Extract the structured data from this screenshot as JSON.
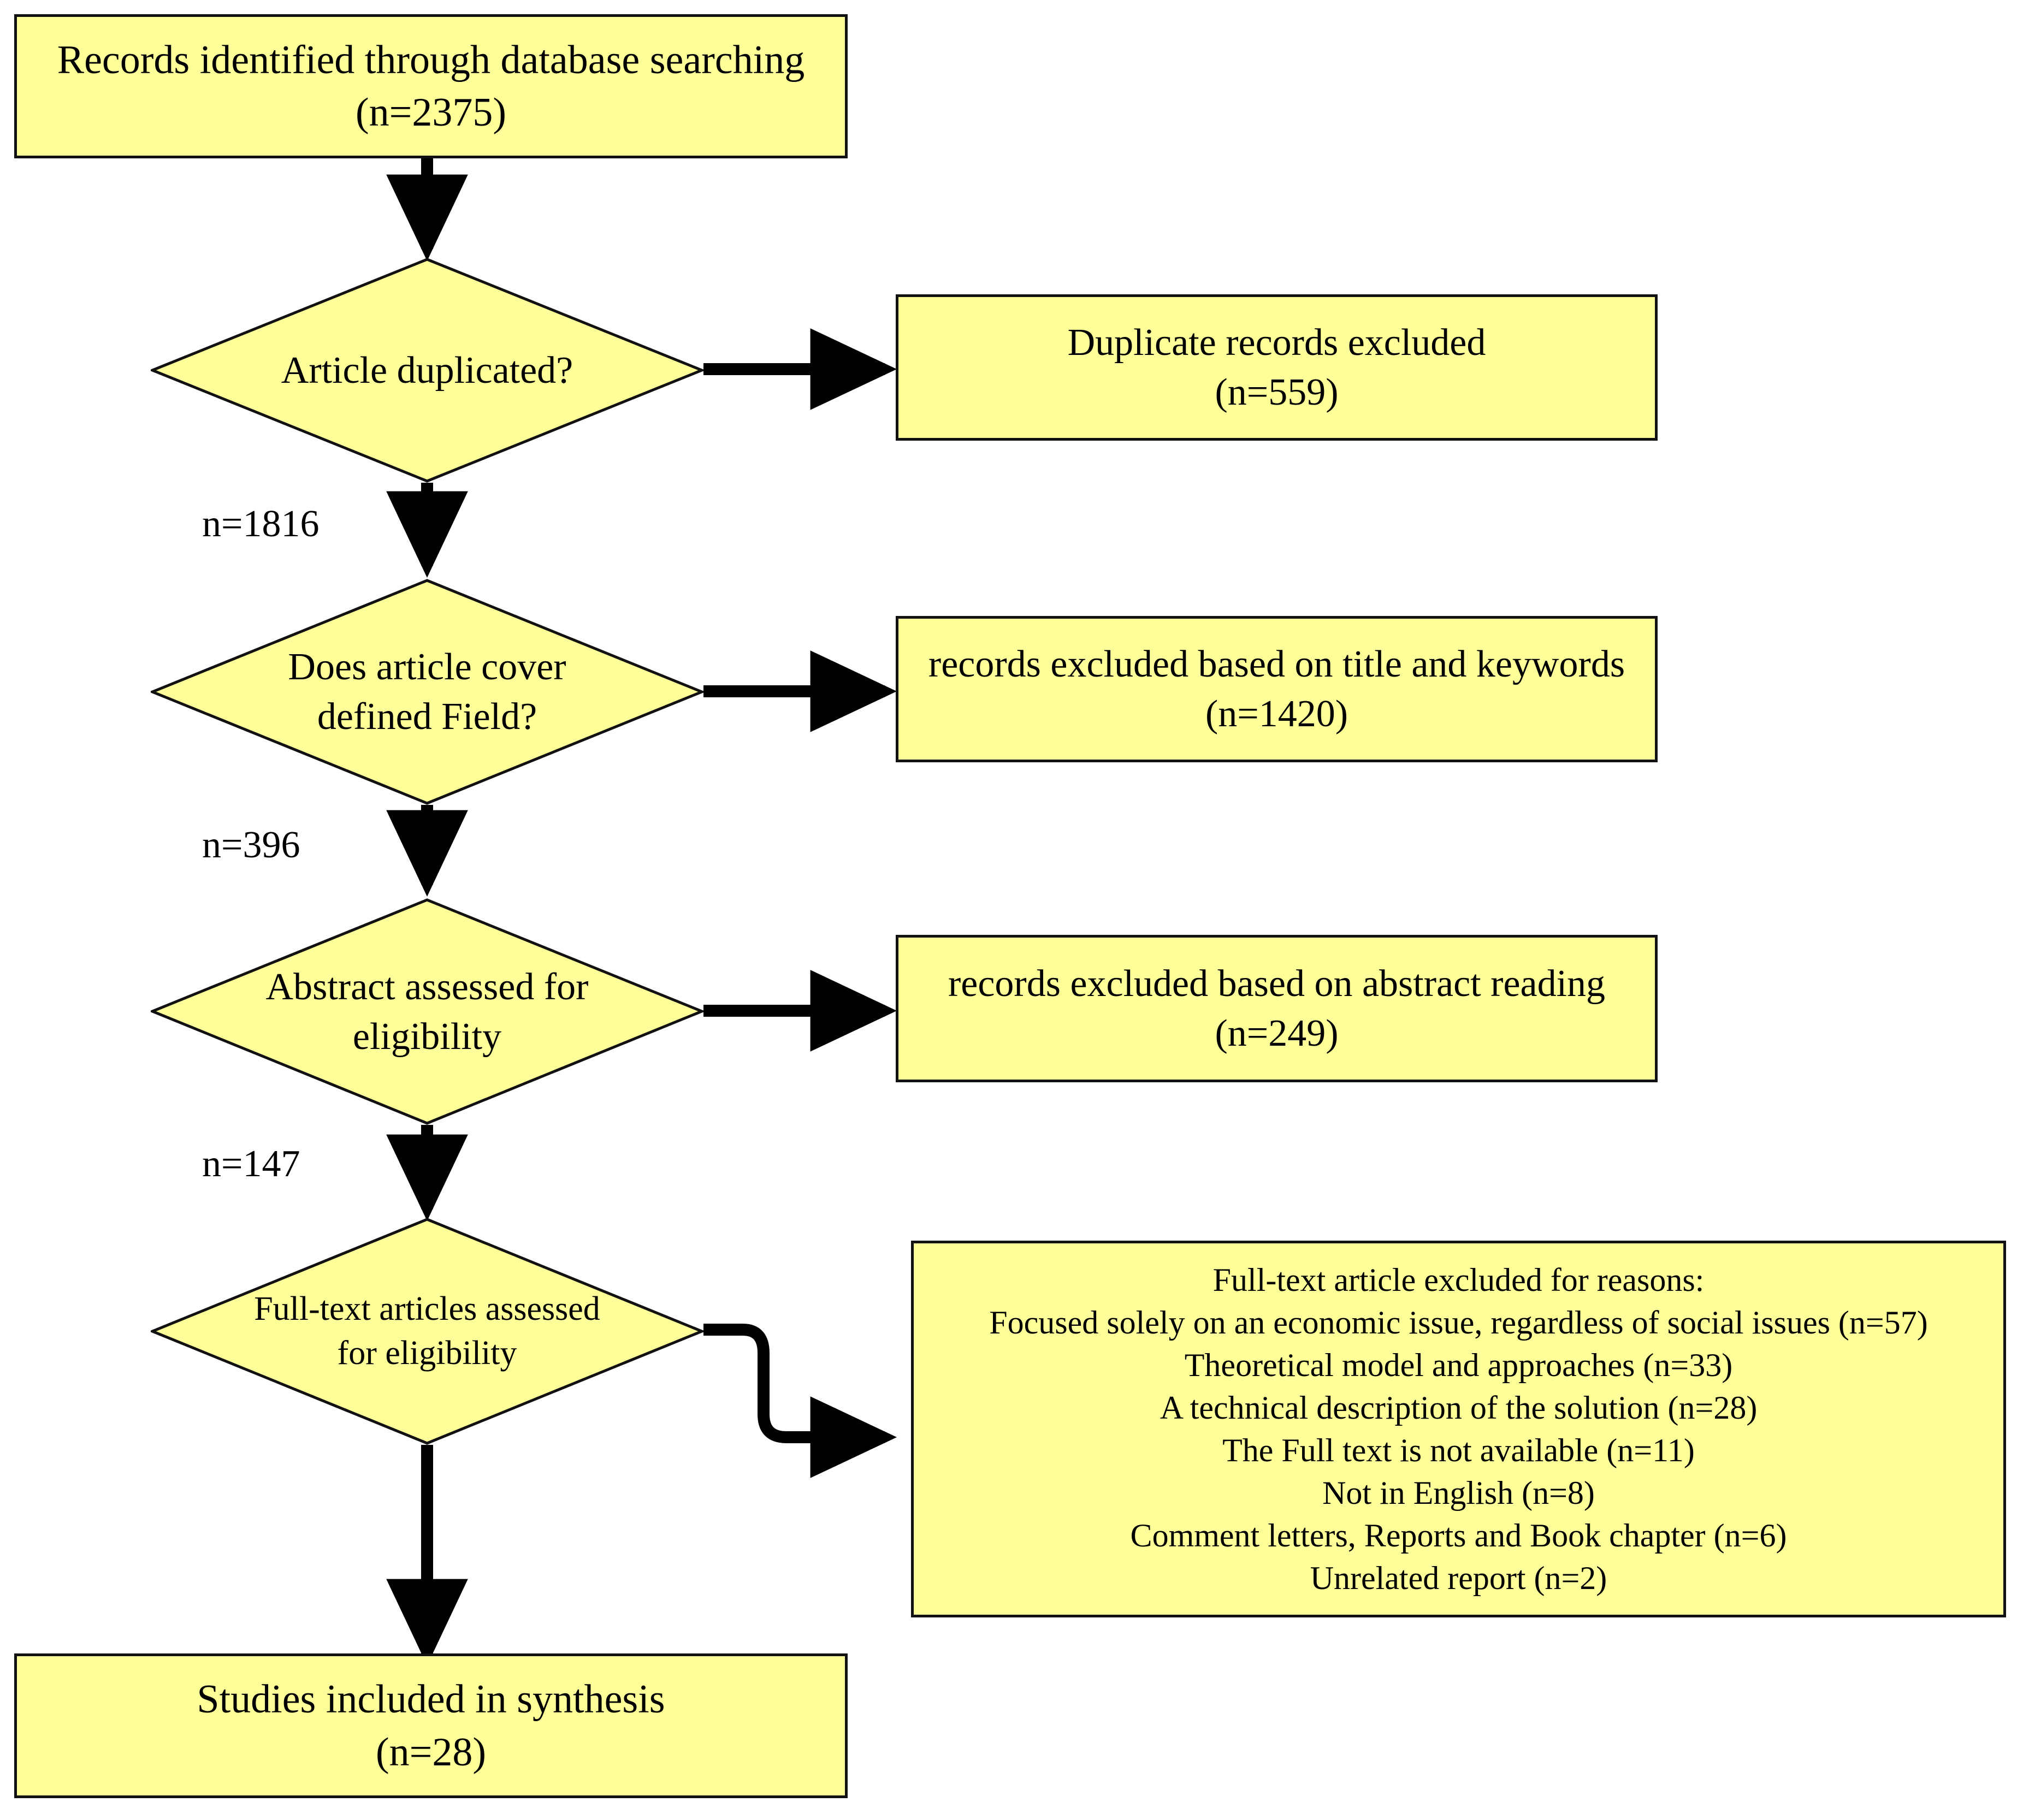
{
  "diagram": {
    "title": "PRISMA study selection flow diagram",
    "colors": {
      "node_fill": "#FFFF99",
      "node_stroke": "#111111",
      "connector": "#000000",
      "background": "#FFFFFF"
    },
    "nodes": {
      "identified": {
        "shape": "rectangle",
        "line1": "Records identified through database searching",
        "line2": "(n=2375)",
        "text": "Records identified through database searching\n(n=2375)"
      },
      "duplicated_decision": {
        "shape": "diamond",
        "text": "Article duplicated?"
      },
      "duplicates_excluded": {
        "shape": "rectangle",
        "line1": "Duplicate records excluded",
        "line2": "(n=559)",
        "text": "Duplicate records excluded\n(n=559)"
      },
      "field_decision": {
        "shape": "diamond",
        "line1": "Does article cover",
        "line2": "defined Field?",
        "text": "Does article cover\ndefined Field?"
      },
      "title_keywords_excluded": {
        "shape": "rectangle",
        "line1": "records excluded based on title and keywords",
        "line2": "(n=1420)",
        "text": "records excluded based on title and keywords\n(n=1420)"
      },
      "abstract_decision": {
        "shape": "diamond",
        "line1": "Abstract assessed for",
        "line2": "eligibility",
        "text": "Abstract assessed for\neligibility"
      },
      "abstract_excluded": {
        "shape": "rectangle",
        "line1": "records excluded based on abstract reading",
        "line2": "(n=249)",
        "text": "records excluded based on abstract reading\n(n=249)"
      },
      "fulltext_decision": {
        "shape": "diamond",
        "line1": "Full-text articles assessed",
        "line2": "for eligibility",
        "text": "Full-text articles assessed\nfor eligibility"
      },
      "fulltext_excluded": {
        "shape": "rectangle",
        "heading": "Full-text article excluded for reasons:",
        "reasons": [
          "Focused solely on an economic issue, regardless of social issues (n=57)",
          "Theoretical model and approaches (n=33)",
          "A technical description of the solution (n=28)",
          "The Full text is not available (n=11)",
          "Not in English (n=8)",
          "Comment letters, Reports and Book chapter  (n=6)",
          "Unrelated report (n=2)"
        ],
        "text": "Full-text article excluded for reasons:\nFocused solely on an economic issue, regardless of social issues (n=57)\nTheoretical model and approaches (n=33)\nA technical description of the solution (n=28)\nThe Full text is not available (n=11)\nNot in English (n=8)\nComment letters, Reports and Book chapter  (n=6)\nUnrelated report (n=2)"
      },
      "included": {
        "shape": "rectangle",
        "line1": "Studies included in synthesis",
        "line2": "(n=28)",
        "text": "Studies included in synthesis\n(n=28)"
      }
    },
    "edge_labels": {
      "after_duplicates": "n=1816",
      "after_field": "n=396",
      "after_abstract": "n=147"
    },
    "counts": {
      "records_identified": 2375,
      "duplicates_excluded": 559,
      "after_duplicates": 1816,
      "title_keywords_excluded": 1420,
      "after_field": 396,
      "abstract_excluded": 249,
      "after_abstract": 147,
      "excluded_economic_only": 57,
      "excluded_theoretical": 33,
      "excluded_technical": 28,
      "excluded_no_fulltext": 11,
      "excluded_not_english": 8,
      "excluded_comment_reports_chapters": 6,
      "excluded_unrelated": 2,
      "included_in_synthesis": 28
    }
  }
}
